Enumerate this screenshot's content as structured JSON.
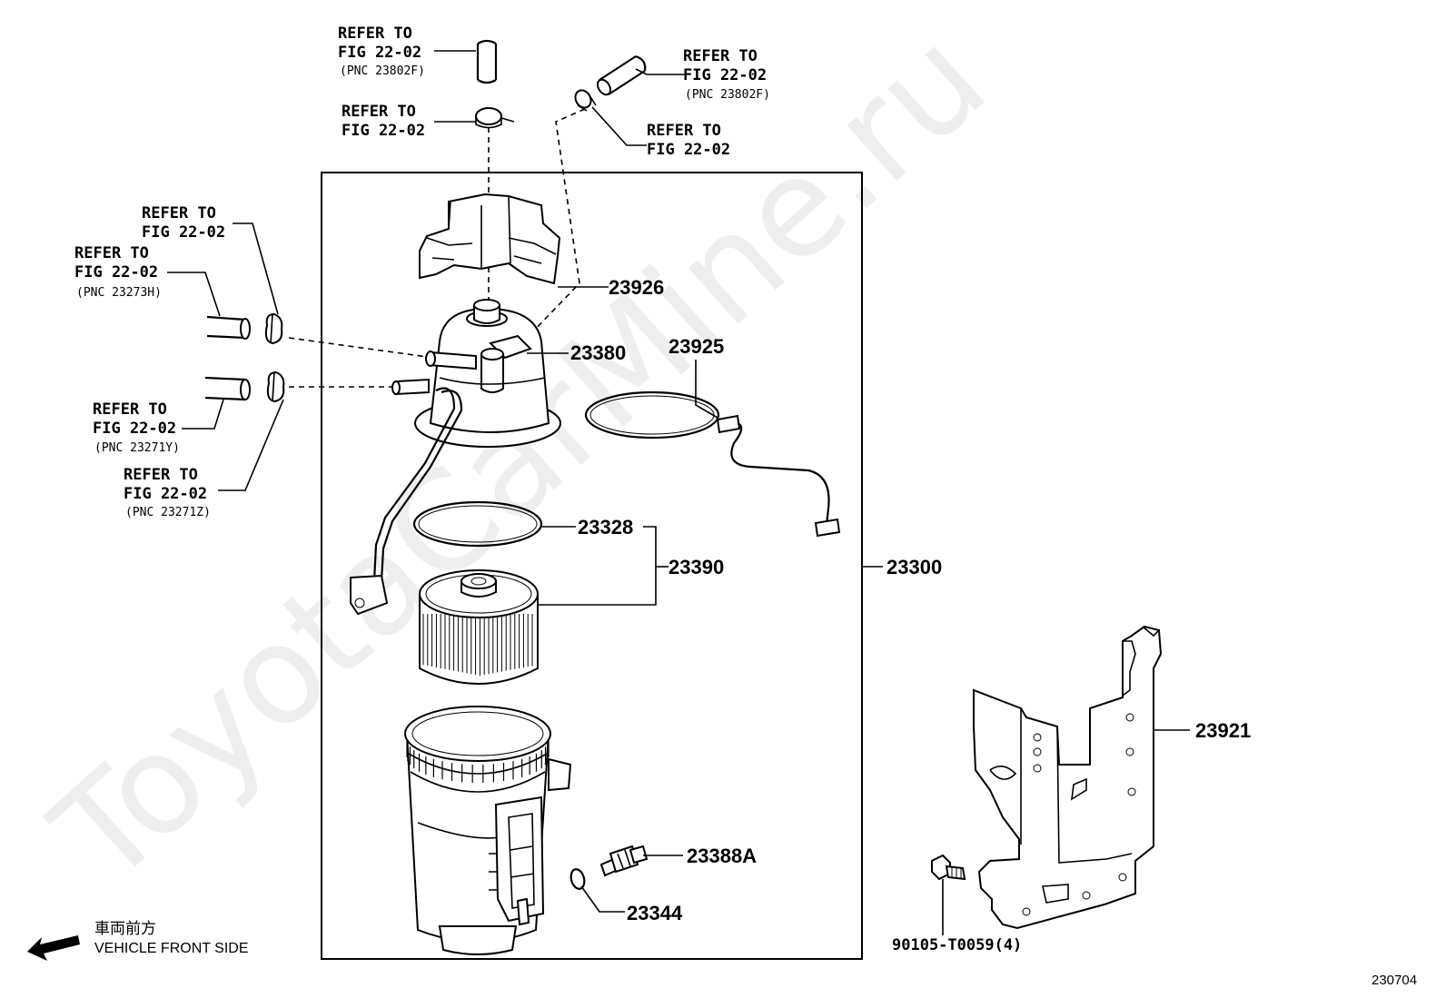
{
  "watermark": "ToyotaCarMine.ru",
  "refs": {
    "r1": {
      "line1": "REFER TO",
      "line2": "FIG 22-02",
      "pnc": "(PNC 23802F)"
    },
    "r2": {
      "line1": "REFER TO",
      "line2": "FIG 22-02",
      "pnc": "(PNC 23802F)"
    },
    "r3": {
      "line1": "REFER TO",
      "line2": "FIG 22-02"
    },
    "r4": {
      "line1": "REFER TO",
      "line2": "FIG 22-02"
    },
    "r5": {
      "line1": "REFER TO",
      "line2": "FIG 22-02"
    },
    "r6": {
      "line1": "REFER TO",
      "line2": "FIG 22-02",
      "pnc": "(PNC 23273H)"
    },
    "r7": {
      "line1": "REFER TO",
      "line2": "FIG 22-02",
      "pnc": "(PNC 23271Y)"
    },
    "r8": {
      "line1": "REFER TO",
      "line2": "FIG 22-02",
      "pnc": "(PNC 23271Z)"
    }
  },
  "parts": {
    "p23926": "23926",
    "p23380": "23380",
    "p23925": "23925",
    "p23328": "23328",
    "p23390": "23390",
    "p23300": "23300",
    "p23921": "23921",
    "p23388A": "23388A",
    "p23344": "23344",
    "p90105": "90105-T0059(4)"
  },
  "direction": {
    "japanese": "車両前方",
    "english": "VEHICLE FRONT SIDE"
  },
  "figure_number": "230704"
}
